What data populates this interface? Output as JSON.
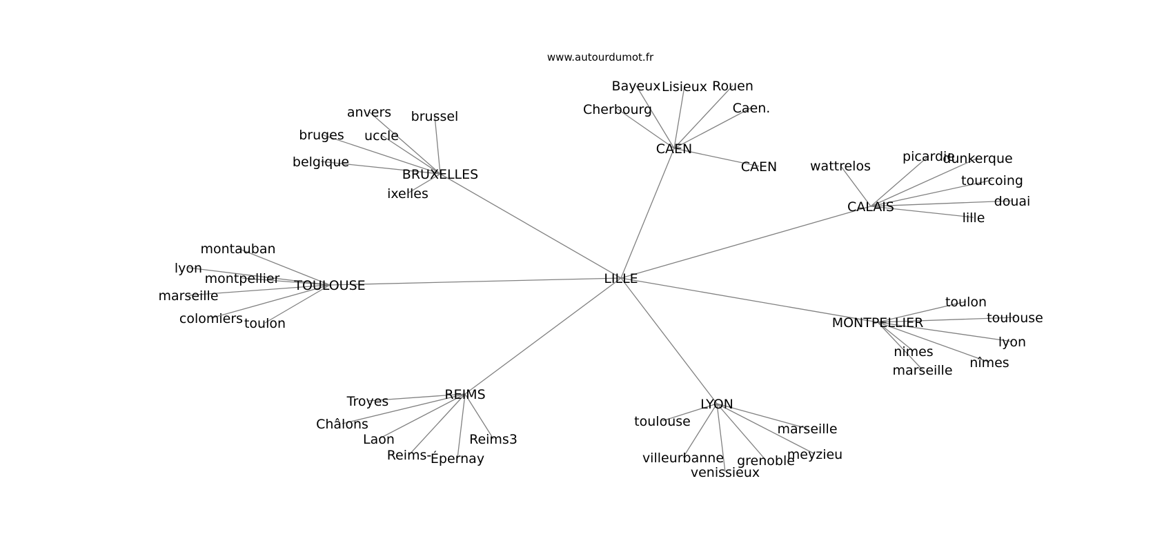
{
  "credit": "www.autourdumot.fr",
  "graph": {
    "center": "LILLE",
    "hubs": [
      {
        "label": "CAEN",
        "leaves": [
          "Bayeux",
          "Lisieux",
          "Rouen",
          "Caen.",
          "Cherbourg",
          "CAEN"
        ]
      },
      {
        "label": "BRUXELLES",
        "leaves": [
          "anvers",
          "brussel",
          "uccle",
          "bruges",
          "belgique",
          "ixelles"
        ]
      },
      {
        "label": "CALAIS",
        "leaves": [
          "wattrelos",
          "picardie",
          "dunkerque",
          "tourcoing",
          "douai",
          "lille"
        ]
      },
      {
        "label": "TOULOUSE",
        "leaves": [
          "montauban",
          "lyon",
          "montpellier",
          "marseille",
          "colomiers",
          "toulon"
        ]
      },
      {
        "label": "MONTPELLIER",
        "leaves": [
          "toulon",
          "toulouse",
          "lyon",
          "nimes",
          "nîmes",
          "marseille"
        ]
      },
      {
        "label": "REIMS",
        "leaves": [
          "Troyes",
          "Châlons",
          "Laon",
          "Reims-",
          "Épernay",
          "Reims3"
        ]
      },
      {
        "label": "LYON",
        "leaves": [
          "toulouse",
          "marseille",
          "villeurbanne",
          "meyzieu",
          "grenoble",
          "venissieux"
        ]
      }
    ]
  }
}
